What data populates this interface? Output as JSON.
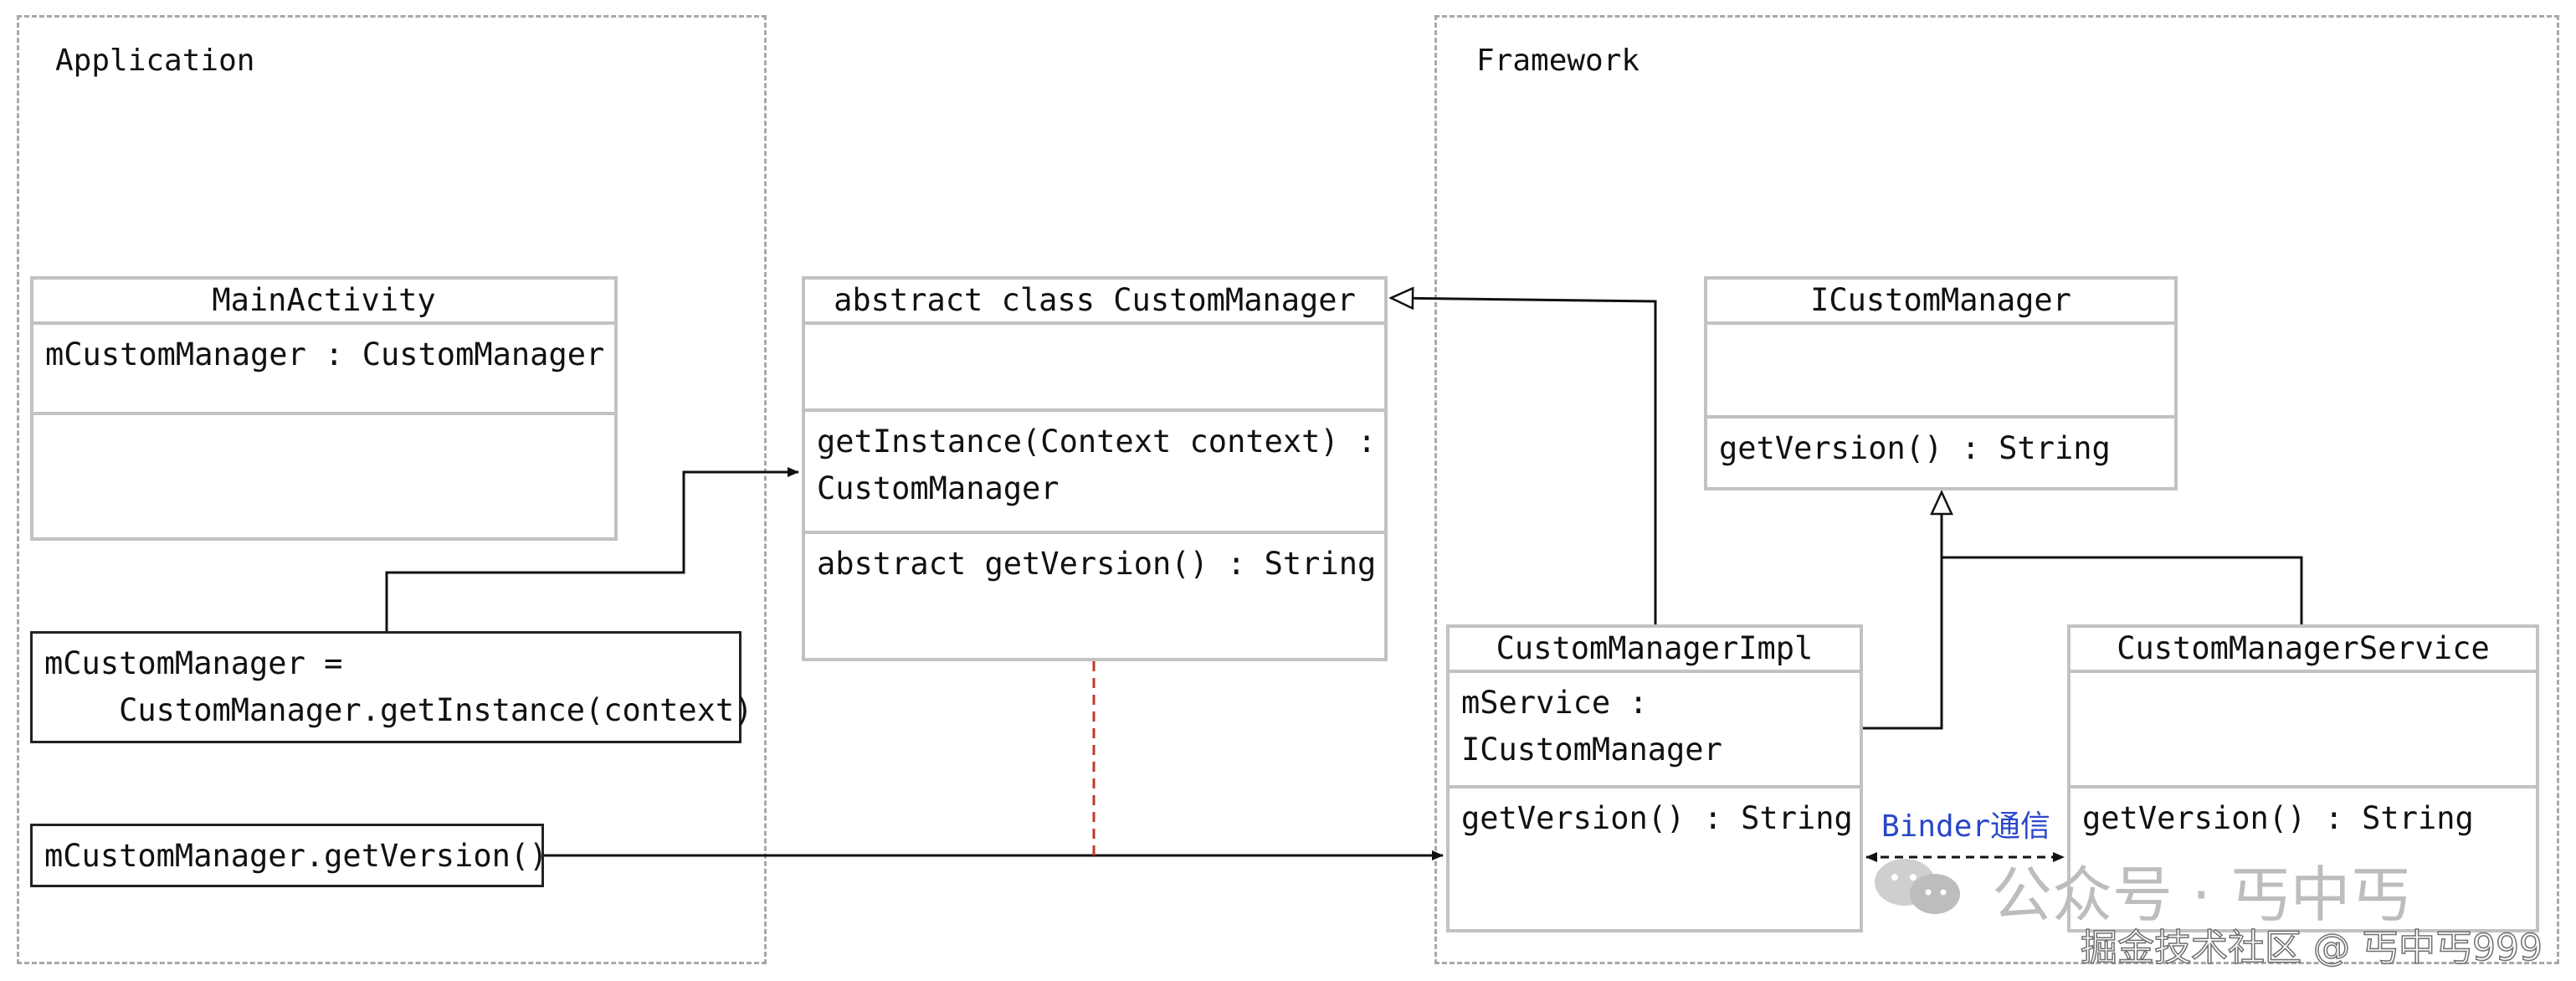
{
  "regions": {
    "application": "Application",
    "framework": "Framework"
  },
  "classes": {
    "main_activity": {
      "name": "MainActivity",
      "fields": "mCustomManager : CustomManager",
      "methods": ""
    },
    "custom_manager": {
      "name": "abstract class CustomManager",
      "fields": "",
      "method_get_instance": "getInstance(Context context) :\nCustomManager",
      "method_get_version": "abstract getVersion() : String"
    },
    "icustom_manager": {
      "name": "ICustomManager",
      "fields": "",
      "methods": "getVersion() : String"
    },
    "custom_manager_impl": {
      "name": "CustomManagerImpl",
      "fields": "mService :\nICustomManager",
      "methods": "getVersion() : String"
    },
    "custom_manager_service": {
      "name": "CustomManagerService",
      "fields": "",
      "methods": "getVersion() : String"
    }
  },
  "notes": {
    "get_instance_call": "mCustomManager =\n    CustomManager.getInstance(context)",
    "get_version_call": "mCustomManager.getVersion()"
  },
  "connectors": {
    "binder_label": "Binder通信"
  },
  "watermark": {
    "channel": "公众号 · 丐中丐",
    "community": "掘金技术社区 @ 丐中丐999"
  },
  "colors": {
    "box_border": "#c2c2c2",
    "region_border": "#a8a8a8",
    "dependency_line": "#c0392b",
    "binder_text": "#2a47c9"
  }
}
